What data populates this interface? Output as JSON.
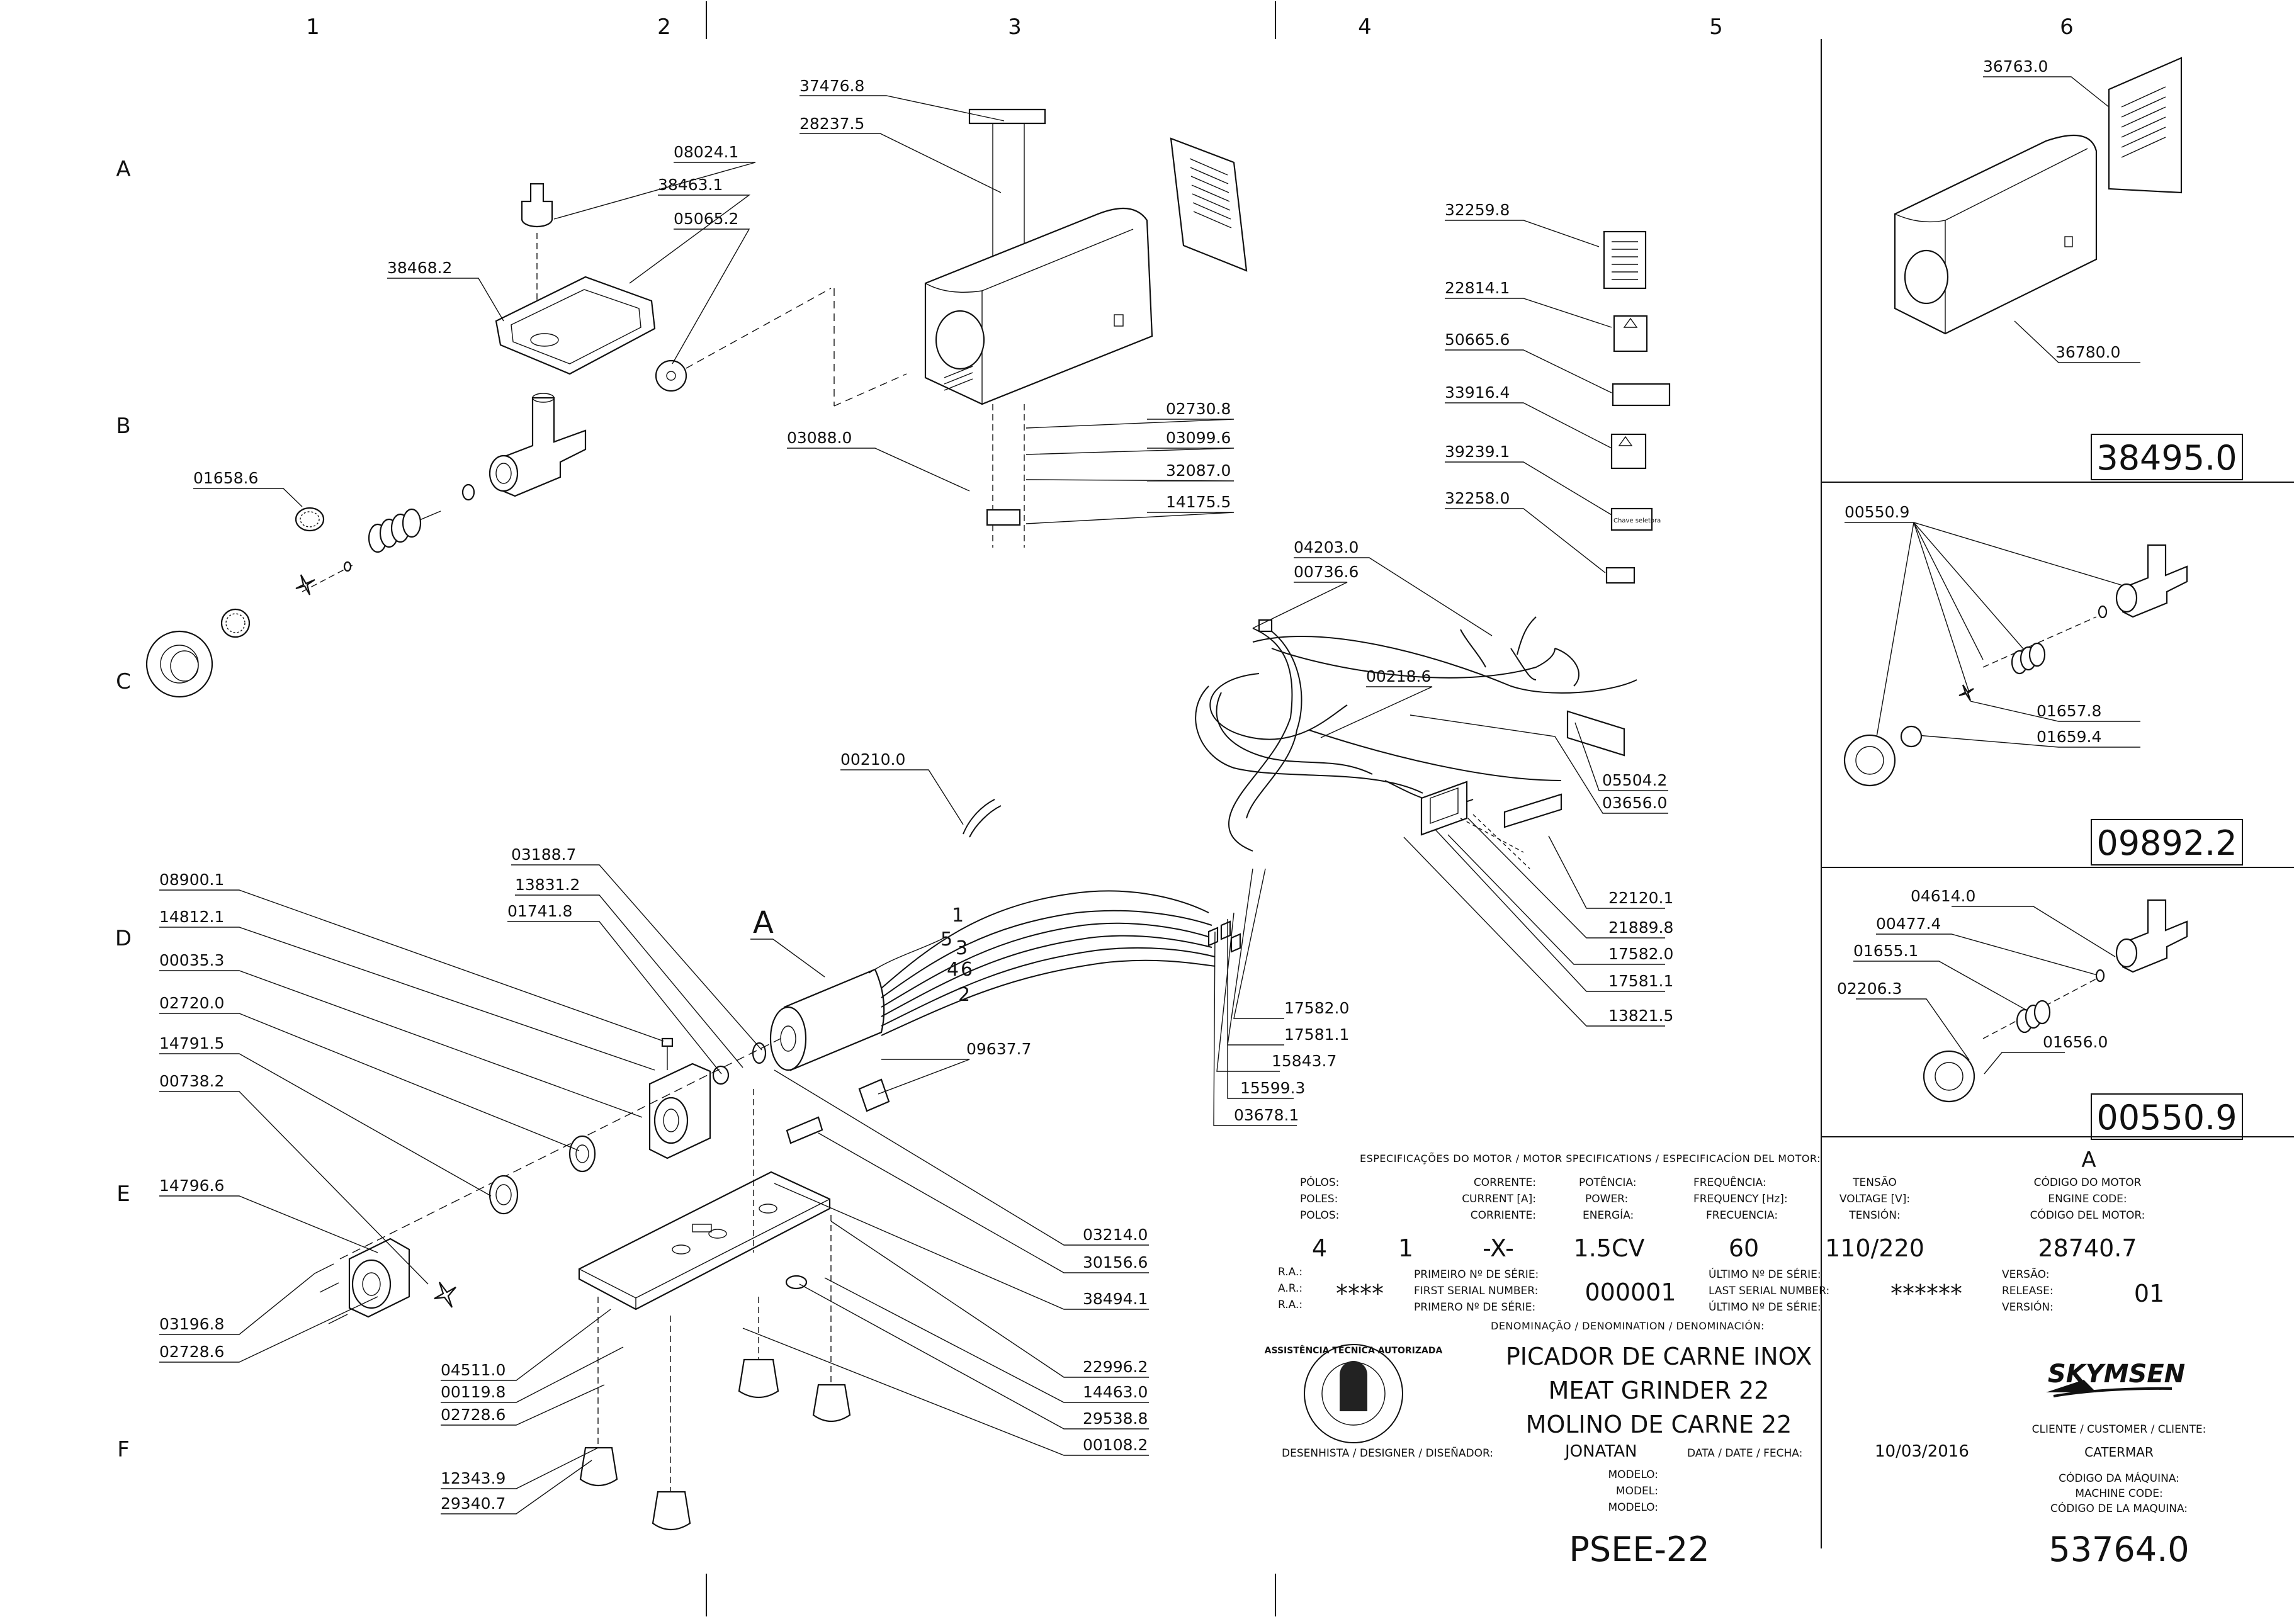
{
  "grid": {
    "columns": [
      "1",
      "2",
      "3",
      "4",
      "5",
      "6"
    ],
    "rows": [
      "A",
      "B",
      "C",
      "D",
      "E",
      "F"
    ]
  },
  "part_labels": {
    "p37476_8": "37476.8",
    "p28237_5": "28237.5",
    "p08024_1": "08024.1",
    "p38463_1": "38463.1",
    "p05065_2": "05065.2",
    "p38468_2": "38468.2",
    "p01658_6": "01658.6",
    "p02730_8": "02730.8",
    "p03099_6": "03099.6",
    "p03088_0": "03088.0",
    "p32087_0": "32087.0",
    "p14175_5": "14175.5",
    "p32259_8": "32259.8",
    "p22814_1": "22814.1",
    "p50665_6": "50665.6",
    "p33916_4": "33916.4",
    "p39239_1": "39239.1",
    "p32258_0": "32258.0",
    "p04203_0": "04203.0",
    "p00736_6": "00736.6",
    "p00218_6": "00218.6",
    "p05504_2": "05504.2",
    "p03656_0": "03656.0",
    "p00210_0": "00210.0",
    "p22120_1": "22120.1",
    "p21889_8": "21889.8",
    "p17582_0_a": "17582.0",
    "p17581_1_a": "17581.1",
    "p13821_5": "13821.5",
    "p17582_0_b": "17582.0",
    "p17581_1_b": "17581.1",
    "p15843_7": "15843.7",
    "p15599_3": "15599.3",
    "p03678_1": "03678.1",
    "p03188_7": "03188.7",
    "p13831_2": "13831.2",
    "p01741_8": "01741.8",
    "p08900_1": "08900.1",
    "p14812_1": "14812.1",
    "p00035_3": "00035.3",
    "p02720_0": "02720.0",
    "p14791_5": "14791.5",
    "p00738_2": "00738.2",
    "p14796_6": "14796.6",
    "p03196_8": "03196.8",
    "p02728_6_a": "02728.6",
    "p04511_0": "04511.0",
    "p00119_8": "00119.8",
    "p02728_6_b": "02728.6",
    "p12343_9": "12343.9",
    "p29340_7": "29340.7",
    "p09637_7": "09637.7",
    "p03214_0": "03214.0",
    "p30156_6": "30156.6",
    "p38494_1": "38494.1",
    "p22996_2": "22996.2",
    "p14463_0": "14463.0",
    "p29538_8": "29538.8",
    "p00108_2": "00108.2",
    "p36763_0": "36763.0",
    "p36780_0": "36780.0",
    "p00550_9_leader": "00550.9",
    "p01657_8": "01657.8",
    "p01659_4": "01659.4",
    "p04614_0": "04614.0",
    "p00477_4": "00477.4",
    "p01655_1": "01655.1",
    "p02206_3": "02206.3",
    "p01656_0": "01656.0"
  },
  "callouts": {
    "motor_A": "A",
    "kit_A": "A",
    "wire_1": "1",
    "wire_5": "5",
    "wire_3": "3",
    "wire_4": "4",
    "wire_6": "6",
    "wire_2": "2",
    "label_399239_text": "Chave seletora"
  },
  "kits": {
    "kit1_code": "38495.0",
    "kit2_code": "09892.2",
    "kit3_code": "00550.9"
  },
  "title_block": {
    "motor_spec_title": "ESPECIFICAÇÕES DO MOTOR / MOTOR SPECIFICATIONS / ESPECIFICACÍON DEL MOTOR:",
    "poles_pt": "PÓLOS:",
    "poles_en": "POLES:",
    "poles_es": "POLOS:",
    "current_pt": "CORRENTE:",
    "current_en": "CURRENT [A]:",
    "current_es": "CORRIENTE:",
    "power_pt": "POTÊNCIA:",
    "power_en": "POWER:",
    "power_es": "ENERGÍA:",
    "freq_pt": "FREQUÊNCIA:",
    "freq_en": "FREQUENCY [Hz]:",
    "freq_es": "FRECUENCIA:",
    "voltage_pt": "TENSÃO",
    "voltage_en": "VOLTAGE [V]:",
    "voltage_es": "TENSIÓN:",
    "engine_code_pt": "CÓDIGO DO MOTOR",
    "engine_code_en": "ENGINE CODE:",
    "engine_code_es": "CÓDIGO DEL MOTOR:",
    "poles_value": "4",
    "poles_value_2": "1",
    "current_value": "-X-",
    "power_value": "1.5CV",
    "freq_value": "60",
    "voltage_value": "110/220",
    "engine_code_value": "28740.7",
    "ra_1": "R.A.:",
    "ra_2": "A.R.:",
    "ra_3": "R.A.:",
    "ra_value": "****",
    "first_serial_pt": "PRIMEIRO Nº DE SÉRIE:",
    "first_serial_en": "FIRST SERIAL NUMBER:",
    "first_serial_es": "PRIMERO Nº DE SÉRIE:",
    "first_serial_value": "000001",
    "last_serial_pt": "ÚLTIMO Nº DE SÉRIE:",
    "last_serial_en": "LAST SERIAL NUMBER:",
    "last_serial_es": "ÚLTIMO Nº DE SÉRIE:",
    "last_serial_value": "******",
    "version_pt": "VERSÃO:",
    "version_en": "RELEASE:",
    "version_es": "VERSIÓN:",
    "version_value": "01",
    "denomination_title": "DENOMINAÇÃO / DENOMINATION / DENOMINACIÓN:",
    "name_pt": "PICADOR DE CARNE INOX",
    "name_en": "MEAT GRINDER 22",
    "name_es": "MOLINO DE CARNE 22",
    "designer_label": "DESENHISTA / DESIGNER / DISEÑADOR:",
    "designer_value": "JONATAN",
    "date_label": "DATA / DATE / FECHA:",
    "date_value": "10/03/2016",
    "model_pt": "MODELO:",
    "model_en": "MODEL:",
    "model_es": "MODELO:",
    "model_value": "PSEE-22",
    "client_label": "CLIENTE / CUSTOMER / CLIENTE:",
    "client_value": "CATERMAR",
    "machine_code_pt": "CÓDIGO DA MÁQUINA:",
    "machine_code_en": "MACHINE CODE:",
    "machine_code_es": "CÓDIGO DE LA MAQUINA:",
    "machine_code_value": "53764.0",
    "seal_text": "ASSISTÊNCIA TÉCNICA AUTORIZADA",
    "brand": "SKYMSEN"
  }
}
